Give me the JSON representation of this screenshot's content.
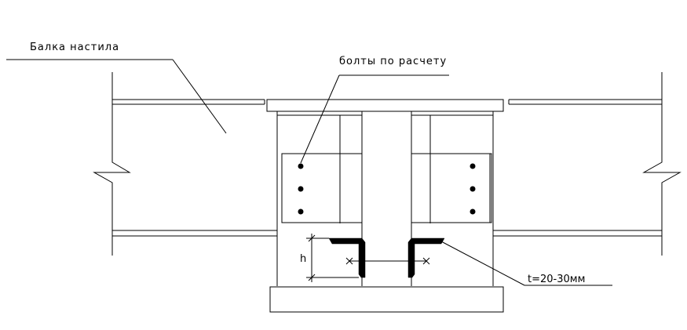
{
  "labels": {
    "beam": "Балка настила",
    "bolts": "болты по расчету",
    "thickness": "t=20-30мм",
    "height": "h"
  },
  "colors": {
    "line": "#000000",
    "background": "#ffffff"
  }
}
